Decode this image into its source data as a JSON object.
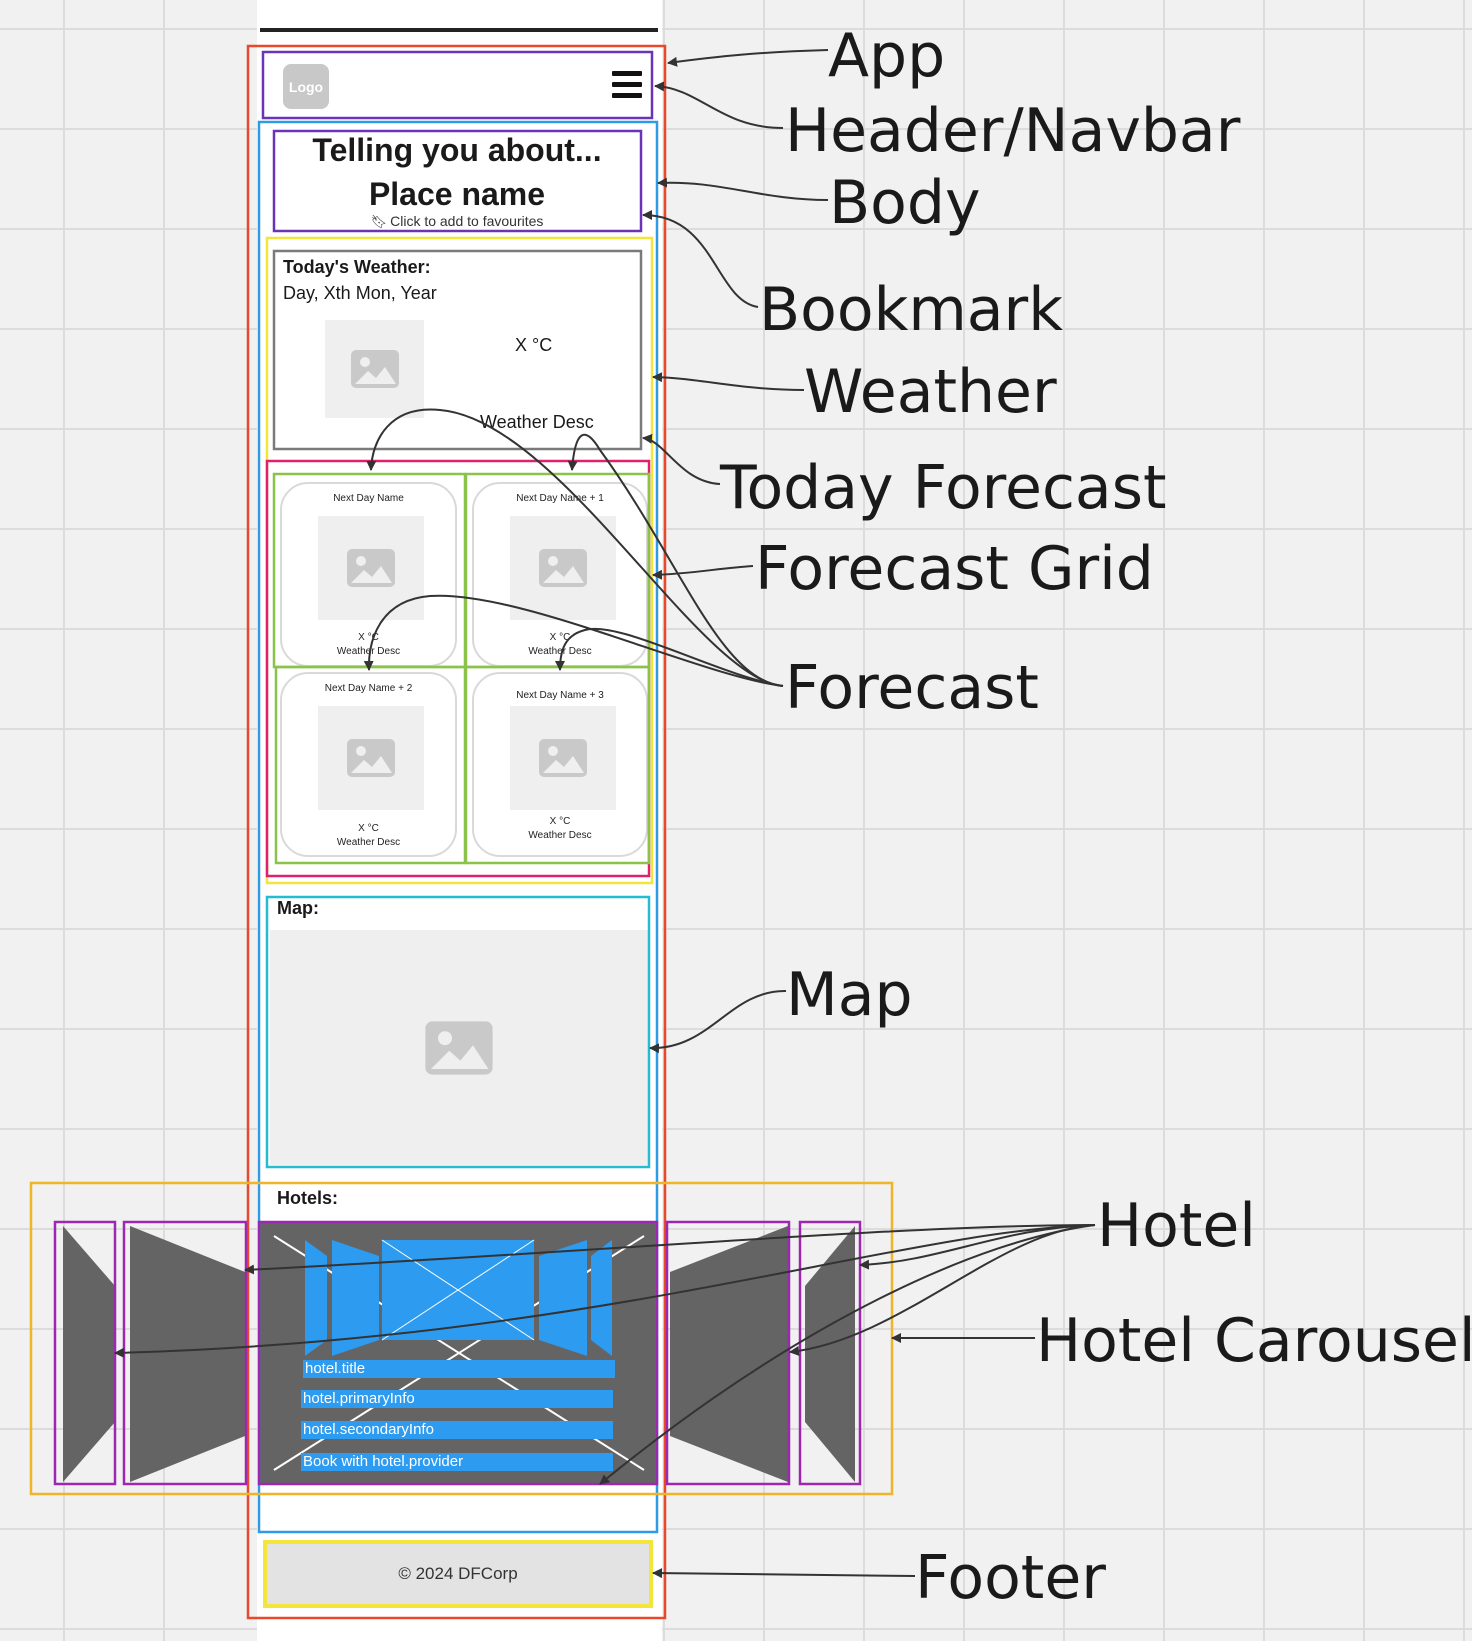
{
  "header": {
    "logo_label": "Logo"
  },
  "title": {
    "line1": "Telling you about...",
    "line2": "Place name"
  },
  "bookmark": {
    "label": "Click to add to favourites"
  },
  "today": {
    "heading": "Today's Weather:",
    "date": "Day, Xth Mon, Year",
    "temp": "X °C",
    "desc": "Weather Desc"
  },
  "forecast": [
    {
      "day": "Next Day Name",
      "temp": "X °C",
      "desc": "Weather Desc"
    },
    {
      "day": "Next Day Name + 1",
      "temp": "X °C",
      "desc": "Weather Desc"
    },
    {
      "day": "Next Day Name + 2",
      "temp": "X °C",
      "desc": "Weather Desc"
    },
    {
      "day": "Next Day Name + 3",
      "temp": "X °C",
      "desc": "Weather Desc"
    }
  ],
  "map": {
    "label": "Map:"
  },
  "hotels": {
    "label": "Hotels:",
    "fields": [
      "hotel.title",
      "hotel.primaryInfo",
      "hotel.secondaryInfo",
      "Book with hotel.provider"
    ]
  },
  "footer": {
    "text": "©  2024 DFCorp"
  },
  "annotations": {
    "app": "App",
    "header": "Header/Navbar",
    "body": "Body",
    "bookmark": "Bookmark",
    "weather": "Weather",
    "today_forecast": "Today Forecast",
    "forecast_grid": "Forecast Grid",
    "forecast": "Forecast",
    "map": "Map",
    "hotel": "Hotel",
    "hotel_carousel": "Hotel Carousel",
    "footer": "Footer"
  },
  "colors": {
    "app": "#e8482c",
    "header": "#6b34b8",
    "body": "#2f9ae6",
    "weather": "#f3e63a",
    "today_forecast": "#7a7a7a",
    "forecast_grid": "#e0206e",
    "forecast": "#8bc34a",
    "map": "#26bcd0",
    "hotel_carousel": "#f0b428",
    "hotel": "#9c27b0",
    "accent": "#2d9bf0"
  }
}
